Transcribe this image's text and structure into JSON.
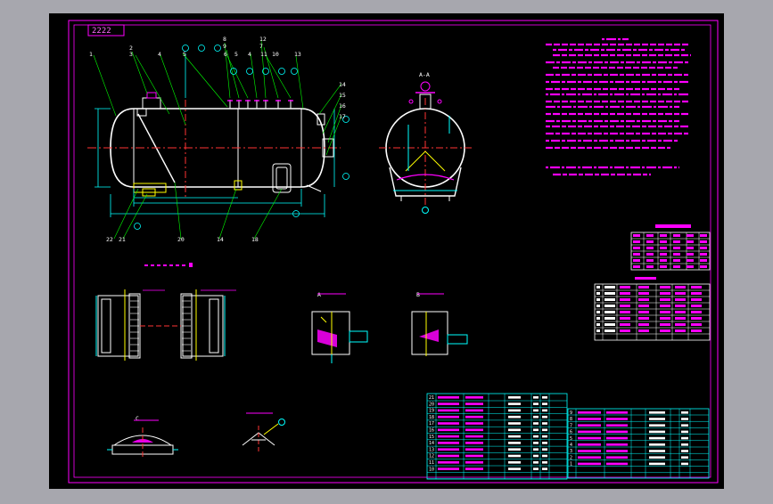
{
  "title_block": {
    "code": "2222"
  },
  "colors": {
    "background": "#a7a7ae",
    "canvas": "#000000",
    "frame": "#ff00ff",
    "outline": "#ffffff",
    "dimension": "#00ffff",
    "hatch": "#ff00ff",
    "leader": "#ffff00",
    "centerline": "#ff3333"
  },
  "balloons": {
    "left": [
      "1",
      "2",
      "3",
      "4",
      "5"
    ],
    "top": [
      "8",
      "9",
      "12",
      "7",
      "6",
      "5",
      "4",
      "11",
      "10",
      "13"
    ],
    "right": [
      "14",
      "15",
      "16",
      "17"
    ],
    "bottom": [
      "22",
      "21",
      "20",
      "14",
      "18"
    ]
  },
  "section_end_label": "A-A",
  "detail_labels": [
    "A",
    "B",
    "C"
  ],
  "item_numbers_left_table": [
    "21",
    "20",
    "19",
    "18",
    "17",
    "16",
    "15",
    "14",
    "13",
    "12",
    "11",
    "10"
  ],
  "item_numbers_right_table": [
    "9",
    "8",
    "7",
    "6",
    "5",
    "4",
    "3",
    "2",
    "1"
  ],
  "notes_icons": [
    "drawing-sheet-icon"
  ]
}
